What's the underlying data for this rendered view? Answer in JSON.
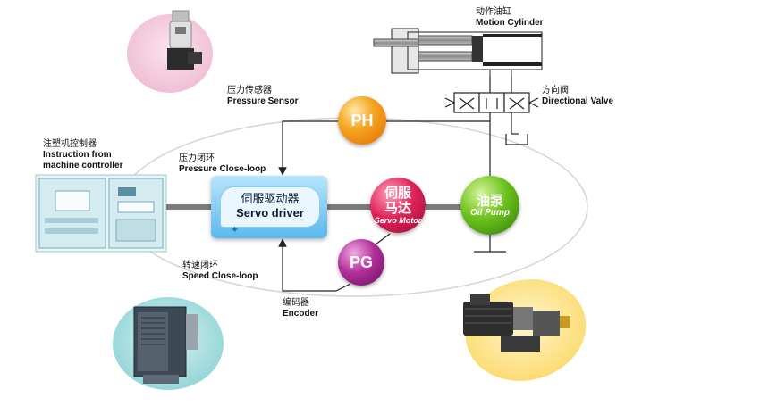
{
  "labels": {
    "motion_cylinder": {
      "zh": "动作油缸",
      "en": "Motion Cylinder"
    },
    "directional_valve": {
      "zh": "方向阀",
      "en": "Directional Valve"
    },
    "pressure_sensor": {
      "zh": "压力传感器",
      "en": "Pressure Sensor"
    },
    "controller": {
      "zh": "注塑机控制器",
      "en_line1": "Instruction from",
      "en_line2": "machine controller"
    },
    "pressure_loop": {
      "zh": "压力闭环",
      "en": "Pressure Close-loop"
    },
    "speed_loop": {
      "zh": "转速闭环",
      "en": "Speed Close-loop"
    },
    "encoder": {
      "zh": "编码器",
      "en": "Encoder"
    }
  },
  "nodes": {
    "servo_driver": {
      "zh": "伺服驱动器",
      "en": "Servo driver"
    },
    "ph": {
      "text": "PH"
    },
    "pg": {
      "text": "PG"
    },
    "servo_motor": {
      "zh_line1": "伺服",
      "zh_line2": "马达",
      "en": "Servo Motor"
    },
    "oil_pump": {
      "zh": "油泵",
      "en": "Oil Pump"
    }
  },
  "colors": {
    "ph": "#f5a623",
    "pg": "#b0309a",
    "servo_motor": "#e0245a",
    "oil_pump": "#6cc21c",
    "servo_driver": "#5cb9ec",
    "pressure_sensor_bubble": "#f3c9dc",
    "drive_bubble": "#9fd9dc",
    "motor_pump_bubble": "#fde68a"
  },
  "icons": [
    "pressure-sensor-image",
    "controller-board-image",
    "servo-drive-unit-image",
    "motor-pump-unit-image",
    "hydraulic-cylinder-symbol",
    "directional-valve-symbol"
  ]
}
